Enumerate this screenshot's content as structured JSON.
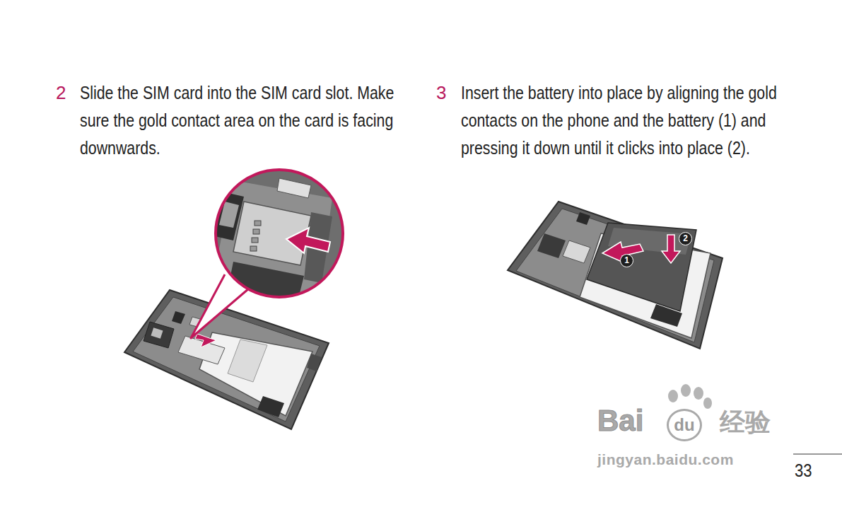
{
  "diagram": {
    "labels": [
      "2",
      "Slide the SIM card into the SIM card slot. Make sure the gold contact area on the card is facing downwards.",
      "3",
      "Insert the battery into place by aligning the gold contacts on the phone and the battery (1) and pressing it down until it clicks into place (2).",
      "1",
      "2",
      "Bai",
      "du",
      "经验",
      "jingyan.baidu.com",
      "33"
    ]
  }
}
